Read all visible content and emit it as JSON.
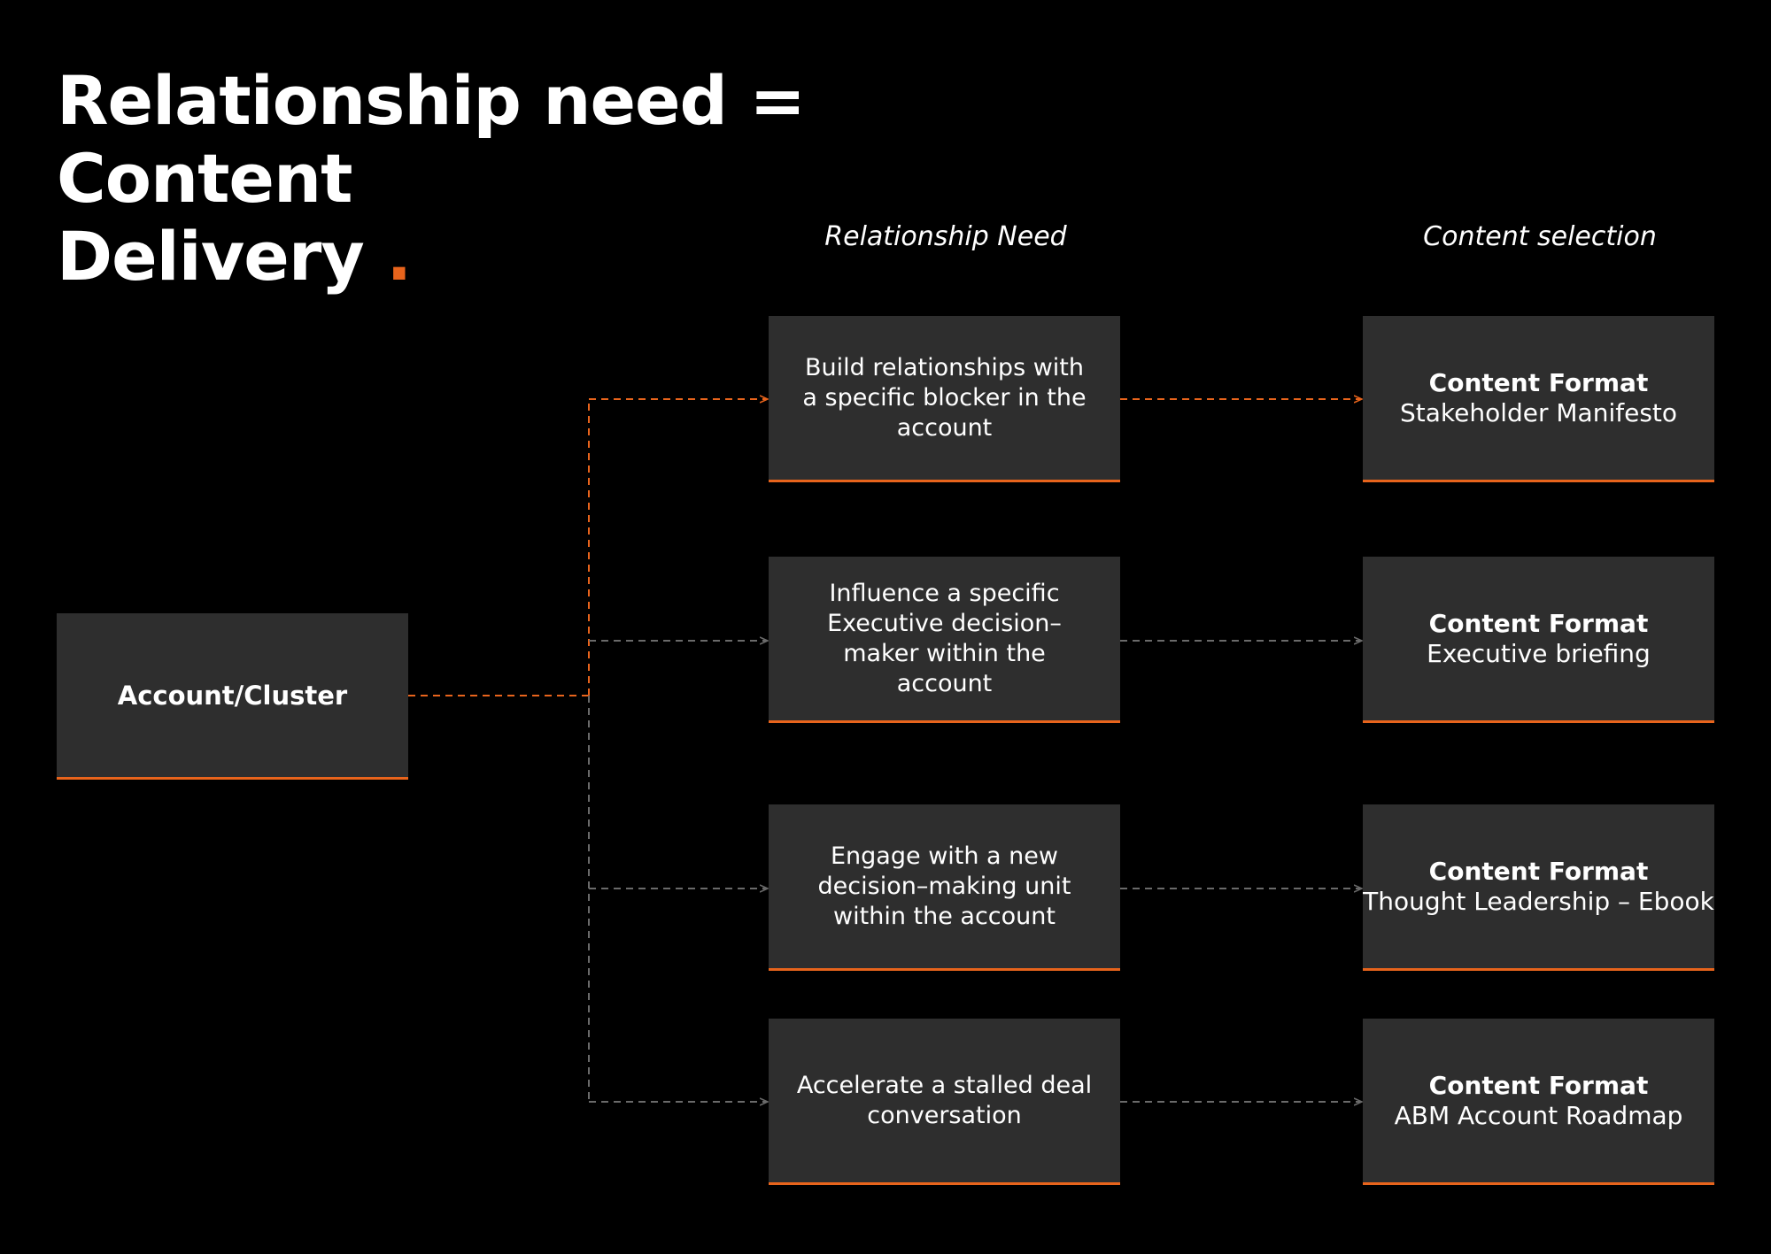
{
  "title": {
    "line1": "Relationship need = Content",
    "line2": "Delivery",
    "dot": "."
  },
  "headers": {
    "need": "Relationship Need",
    "content": "Content selection"
  },
  "root": {
    "label": "Account/Cluster"
  },
  "rows": [
    {
      "need": "Build relationships with a specific blocker in the account",
      "format_label": "Content Format",
      "format_value": "Stakeholder Manifesto",
      "highlighted": true
    },
    {
      "need": "Influence a specific Executive decision–maker within the account",
      "format_label": "Content Format",
      "format_value": "Executive briefing",
      "highlighted": false
    },
    {
      "need": "Engage with a new decision–making unit within the account",
      "format_label": "Content Format",
      "format_value": "Thought Leadership – Ebook",
      "highlighted": false
    },
    {
      "need": "Accelerate a stalled deal conversation",
      "format_label": "Content Format",
      "format_value": "ABM Account Roadmap",
      "highlighted": false
    }
  ],
  "colors": {
    "background": "#000000",
    "box": "#2e2e2e",
    "accent": "#e8641c",
    "connector_muted": "#6a6a6a"
  }
}
